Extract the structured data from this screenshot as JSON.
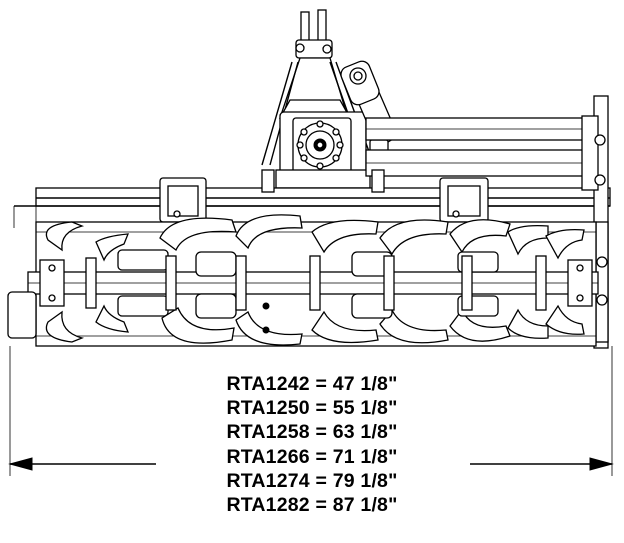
{
  "dimensions": [
    {
      "model": "RTA1242",
      "width": "47 1/8\""
    },
    {
      "model": "RTA1250",
      "width": "55 1/8\""
    },
    {
      "model": "RTA1258",
      "width": "63 1/8\""
    },
    {
      "model": "RTA1266",
      "width": "71 1/8\""
    },
    {
      "model": "RTA1274",
      "width": "79 1/8\""
    },
    {
      "model": "RTA1282",
      "width": "87 1/8\""
    }
  ],
  "icons": {
    "dimension_arrow_left": "arrow-left-icon",
    "dimension_arrow_right": "arrow-right-icon"
  }
}
